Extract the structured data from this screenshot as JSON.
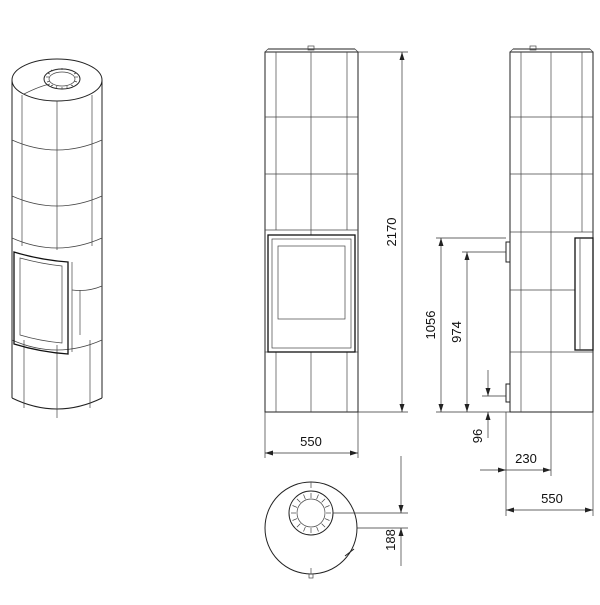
{
  "drawing": {
    "dimensions": {
      "total_height": "2170",
      "front_width": "550",
      "side_height_1056": "1056",
      "side_height_974": "974",
      "side_height_96": "96",
      "side_depth_230": "230",
      "side_width_550": "550",
      "top_offset_188": "188"
    }
  }
}
